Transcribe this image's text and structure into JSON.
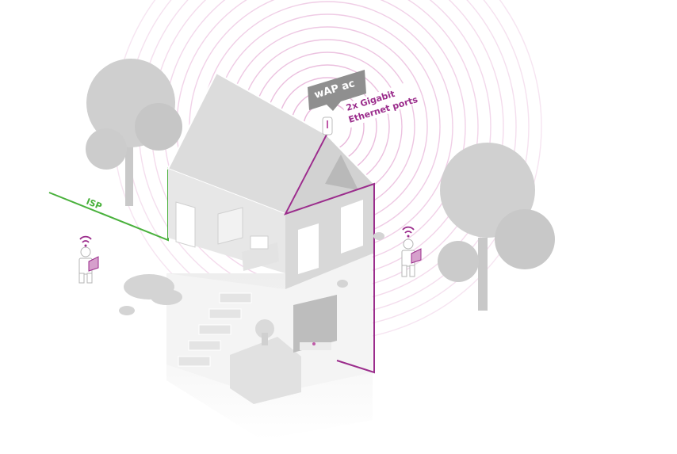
{
  "labels": {
    "device": "wAP ac",
    "ports": [
      "2x Gigabit",
      "Ethernet ports"
    ],
    "isp": "ISP"
  },
  "colors": {
    "wifi_ring": "#e7b3d8",
    "lan_line": "#9b2d8c",
    "isp_line": "#49b13c",
    "structure": "#d9d9d9",
    "structure_dark": "#bcbcbc",
    "tag_bg": "#8f8f8f"
  },
  "icons": [
    "wifi-icon",
    "person-with-device-icon",
    "tree-icon",
    "router-icon"
  ]
}
